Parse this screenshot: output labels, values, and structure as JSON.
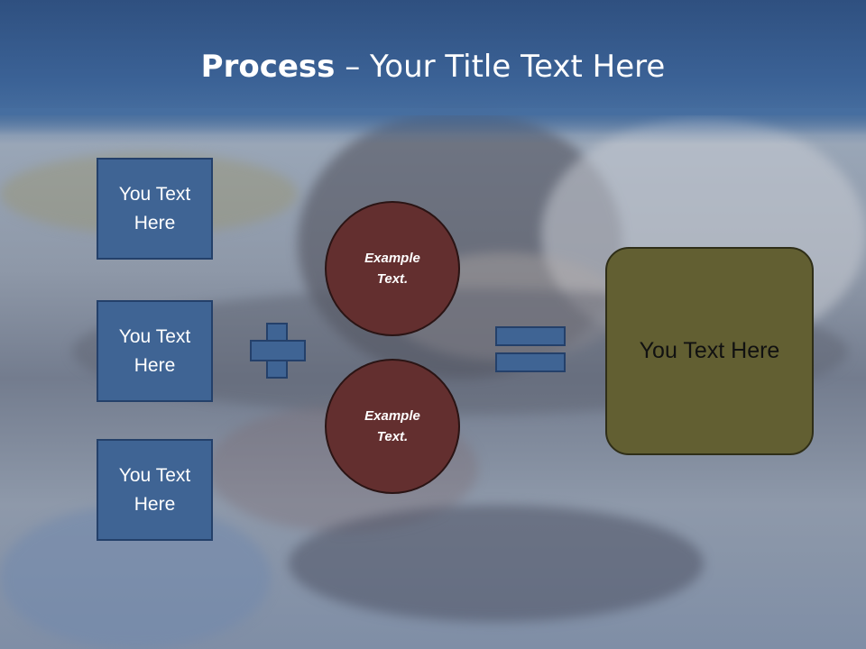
{
  "title": {
    "bold": "Process",
    "separator": " – ",
    "rest": "Your Title Text Here"
  },
  "left_boxes": [
    {
      "label": "You Text\nHere"
    },
    {
      "label": "You Text\nHere"
    },
    {
      "label": "You Text\nHere"
    }
  ],
  "circles": [
    {
      "label": "Example\nText."
    },
    {
      "label": "Example\nText."
    }
  ],
  "result": {
    "label": "You Text Here"
  },
  "icons": {
    "plus": "plus-icon",
    "equals": "equals-icon"
  },
  "colors": {
    "box_fill": "#3f6494",
    "circle_fill": "#632f2f",
    "result_fill": "#625f32",
    "header": "#3b6296"
  }
}
